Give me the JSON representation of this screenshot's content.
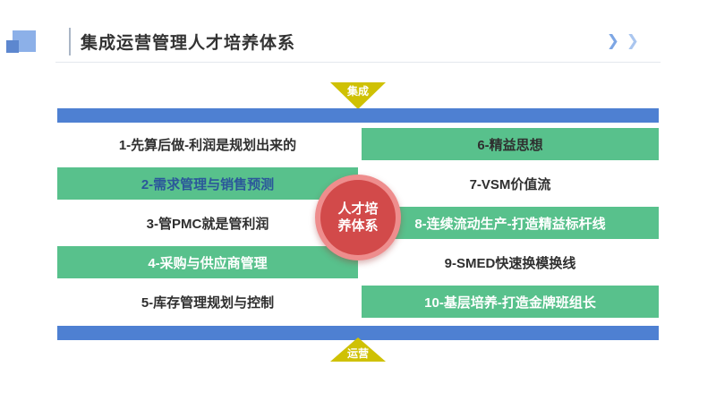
{
  "slide": {
    "title": "集成运营管理人才培养体系",
    "chevron_icon": "❯",
    "top_triangle": {
      "label": "集成"
    },
    "bottom_triangle": {
      "label": "运营"
    },
    "center_circle": {
      "line1": "人才培",
      "line2": "养体系"
    },
    "left_rows": [
      {
        "label": "1-先算后做-利润是规划出来的"
      },
      {
        "label": "2-需求管理与销售预测"
      },
      {
        "label": "3-管PMC就是管利润"
      },
      {
        "label": "4-采购与供应商管理"
      },
      {
        "label": "5-库存管理规划与控制"
      }
    ],
    "right_rows": [
      {
        "label": "6-精益思想"
      },
      {
        "label": "7-VSM价值流"
      },
      {
        "label": "8-连续流动生产-打造精益标杆线"
      },
      {
        "label": "9-SMED快速换模换线"
      },
      {
        "label": "10-基层培养-打造金牌班组长"
      }
    ],
    "colors": {
      "green": "#58c18c",
      "bar_blue": "#4e80d2",
      "triangle_yellow": "#cfc104",
      "circle_red": "#d24a4a",
      "circle_ring": "#ee8d8d",
      "accent_blue_text": "#2b579a"
    }
  }
}
